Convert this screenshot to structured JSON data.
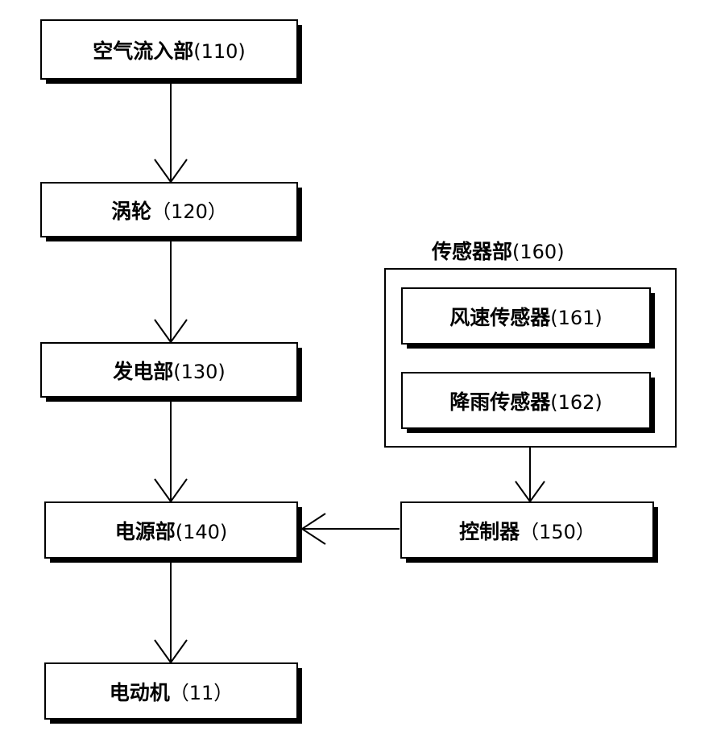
{
  "diagram": {
    "type": "block-flow-diagram",
    "background": "#ffffff",
    "line_color": "#000000",
    "nodes": [
      {
        "id": "air-inlet",
        "name": "空气流入部",
        "ref": "(110)",
        "label": "空气流入部 (110)"
      },
      {
        "id": "turbine",
        "name": "涡轮",
        "ref": "（120）",
        "label": "涡轮 （120）"
      },
      {
        "id": "power-generator",
        "name": "发电部",
        "ref": "(130)",
        "label": "发电部 (130)"
      },
      {
        "id": "power-supply",
        "name": "电源部",
        "ref": "(140)",
        "label": "电源部 (140)"
      },
      {
        "id": "motor",
        "name": "电动机",
        "ref": "（11）",
        "label": "电动机 （11）"
      },
      {
        "id": "controller",
        "name": "控制器",
        "ref": "（150）",
        "label": "控制器 （150）"
      },
      {
        "id": "sensor-unit",
        "name": "传感器部",
        "ref": "(160)",
        "label": "传感器部 (160)"
      },
      {
        "id": "wind-sensor",
        "name": "风速传感器",
        "ref": "(161)",
        "label": "风速传感器 (161)"
      },
      {
        "id": "rain-sensor",
        "name": "降雨传感器",
        "ref": "(162)",
        "label": "降雨传感器 (162)"
      }
    ],
    "edges": [
      {
        "from": "air-inlet",
        "to": "turbine",
        "direction": "down"
      },
      {
        "from": "turbine",
        "to": "power-generator",
        "direction": "down"
      },
      {
        "from": "power-generator",
        "to": "power-supply",
        "direction": "down"
      },
      {
        "from": "power-supply",
        "to": "motor",
        "direction": "down"
      },
      {
        "from": "sensor-unit",
        "to": "controller",
        "direction": "down"
      },
      {
        "from": "controller",
        "to": "power-supply",
        "direction": "left"
      }
    ]
  },
  "labels": {
    "air_inlet": {
      "name": "空气流入部",
      "ref": "(110)"
    },
    "turbine": {
      "name": "涡轮",
      "ref": "（120）"
    },
    "power_generator": {
      "name": "发电部",
      "ref": "(130)"
    },
    "power_supply": {
      "name": "电源部",
      "ref": "(140)"
    },
    "motor": {
      "name": "电动机",
      "ref": "（11）"
    },
    "controller": {
      "name": "控制器",
      "ref": "（150）"
    },
    "sensor_unit": {
      "name": "传感器部",
      "ref": "(160)"
    },
    "wind_sensor": {
      "name": "风速传感器",
      "ref": "(161)"
    },
    "rain_sensor": {
      "name": "降雨传感器",
      "ref": "(162)"
    }
  }
}
